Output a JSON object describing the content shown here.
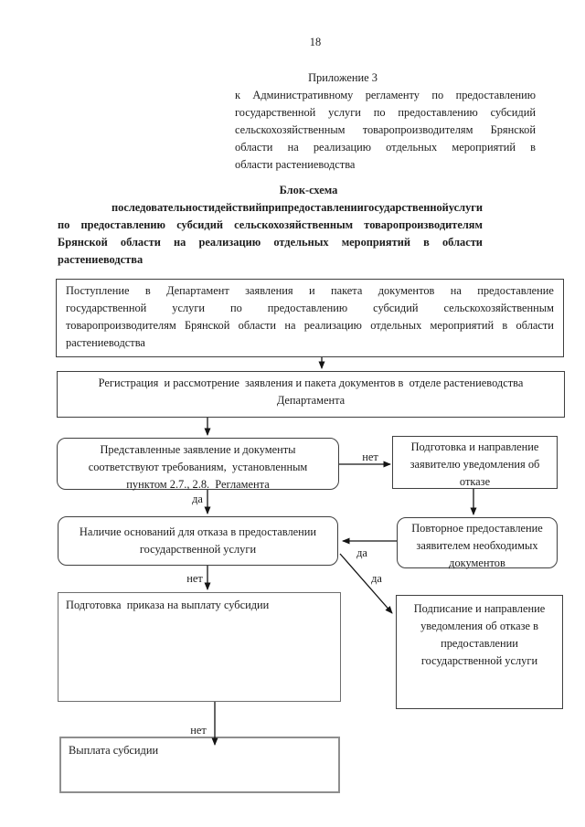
{
  "page": {
    "number": "18"
  },
  "appendix": {
    "lines": [
      "Приложение 3",
      "к Административному регламенту по предоставлению",
      "государственной услуги по предоставлению субсидий",
      "сельскохозяйственным товаропроизводителям Брянской",
      "области на реализацию отдельных мероприятий в",
      "области растениеводства"
    ]
  },
  "title": {
    "lines": [
      "Блок-схема",
      "последовательности действий при предоставлении государственной услуги",
      "по предоставлению субсидий сельскохозяйственным товаропроизводителям",
      "Брянской области на реализацию отдельных мероприятий в области",
      "растениеводства"
    ]
  },
  "flow": {
    "boxes": {
      "intake": {
        "lines": [
          "Поступление в Департамент заявления и пакета документов на предоставление",
          "государственной услуги по предоставлению субсидий сельскохозяйственным",
          "товаропроизводителям Брянской области на реализацию отдельных мероприятий в области",
          "растениеводства"
        ]
      },
      "registration": {
        "lines": [
          "Регистрация  и рассмотрение  заявления и пакета документов в  отделе растениеводства",
          "Департамента"
        ]
      },
      "compliance": {
        "lines": [
          "Представленные заявление и документы",
          "соответствуют требованиям,  установленным",
          "пунктом 2.7., 2.8.  Регламента"
        ]
      },
      "refusal_notice": {
        "lines": [
          "Подготовка и направление",
          "заявителю уведомления об",
          "отказе"
        ]
      },
      "refusal_grounds": {
        "lines": [
          "Наличие оснований для отказа в предоставлении",
          "государственной услуги"
        ]
      },
      "resubmission": {
        "lines": [
          "Повторное предоставление",
          "заявителем необходимых",
          "документов"
        ]
      },
      "order_preparation": {
        "lines": [
          "Подготовка  приказа на выплату субсидии"
        ]
      },
      "refusal_signing": {
        "lines": [
          "Подписание и направление",
          "уведомления об отказе в",
          "предоставлении",
          "государственной услуги"
        ]
      },
      "payment": {
        "lines": [
          "Выплата субсидии"
        ]
      }
    },
    "labels": {
      "no1": "нет",
      "yes1": "да",
      "yes2": "да",
      "yes3": "да",
      "no2": "нет",
      "no3": "нет"
    }
  }
}
